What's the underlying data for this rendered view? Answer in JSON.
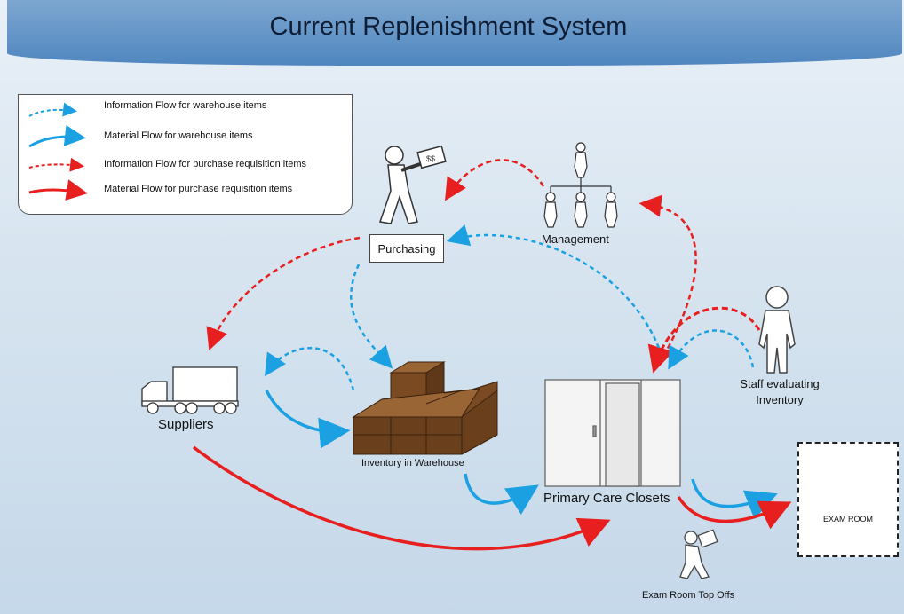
{
  "title": "Current Replenishment System",
  "legend": [
    {
      "label": "Information Flow for warehouse items",
      "color": "#1ba1e2",
      "style": "dashed"
    },
    {
      "label": "Material Flow for warehouse items",
      "color": "#1ba1e2",
      "style": "solid"
    },
    {
      "label": "Information Flow for purchase requisition  items",
      "color": "#e81f1f",
      "style": "dashed"
    },
    {
      "label": "Material Flow for purchase requisition  items",
      "color": "#e81f1f",
      "style": "solid"
    }
  ],
  "nodes": {
    "purchasing": "Purchasing",
    "management": "Management",
    "suppliers": "Suppliers",
    "inventory_warehouse": "Inventory in Warehouse",
    "primary_care_closets": "Primary Care Closets",
    "staff_line1": "Staff evaluating",
    "staff_line2": "Inventory",
    "exam_room": "EXAM ROOM",
    "exam_room_top_offs": "Exam Room Top Offs"
  },
  "colors": {
    "info_blue": "#1ba1e2",
    "material_red": "#e81f1f",
    "box_brown": "#7a4a22"
  }
}
